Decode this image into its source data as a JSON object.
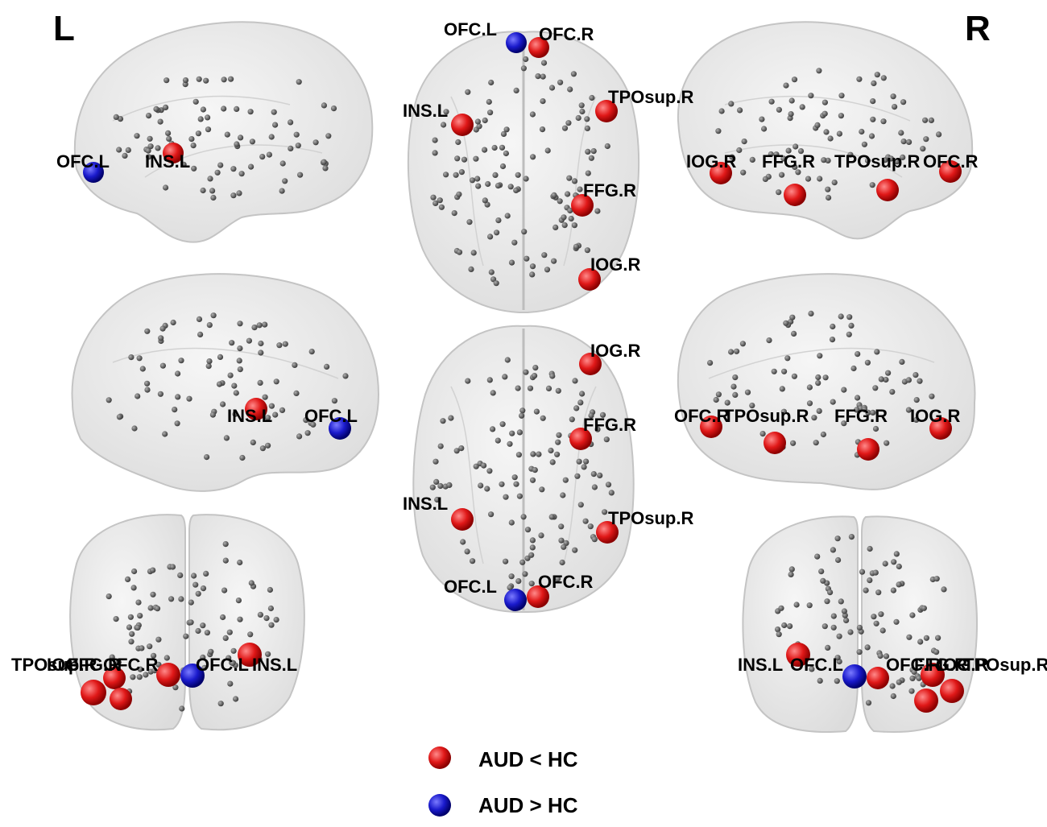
{
  "hemisphere_labels": {
    "left": "L",
    "right": "R"
  },
  "colors": {
    "decreased": "#e01818",
    "increased": "#1a1acc",
    "node": "#5a5a5a",
    "brain_fill": "#ececec",
    "brain_edge": "#c9c9c9"
  },
  "legend": [
    {
      "label": "AUD < HC",
      "color": "red"
    },
    {
      "label": "AUD > HC",
      "color": "blue"
    }
  ],
  "views": [
    {
      "name": "left-lateral",
      "labels": [
        "OFC.L",
        "INS.L"
      ]
    },
    {
      "name": "dorsal",
      "labels": [
        "OFC.L",
        "OFC.R",
        "INS.L",
        "TPOsup.R",
        "FFG.R",
        "IOG.R"
      ]
    },
    {
      "name": "right-lateral",
      "labels": [
        "IOG.R",
        "FFG.R",
        "TPOsup.R",
        "OFC.R"
      ]
    },
    {
      "name": "left-medial",
      "labels": [
        "INS.L",
        "OFC.L"
      ]
    },
    {
      "name": "ventral",
      "labels": [
        "IOG.R",
        "FFG.R",
        "INS.L",
        "TPOsup.R",
        "OFC.L",
        "OFC.R"
      ]
    },
    {
      "name": "right-medial",
      "labels": [
        "OFC.R",
        "TPOsup.R",
        "FFG.R",
        "IOG.R"
      ]
    },
    {
      "name": "anterior",
      "labels": [
        "TPOsup.R",
        "IOG.R",
        "FFG.R",
        "OFC.R",
        "OFC.L",
        "INS.L"
      ]
    },
    {
      "name": "posterior",
      "labels": [
        "INS.L",
        "OFC.L",
        "OFC.R",
        "FFG.R",
        "IOG.R",
        "TPOsup.R"
      ]
    }
  ]
}
